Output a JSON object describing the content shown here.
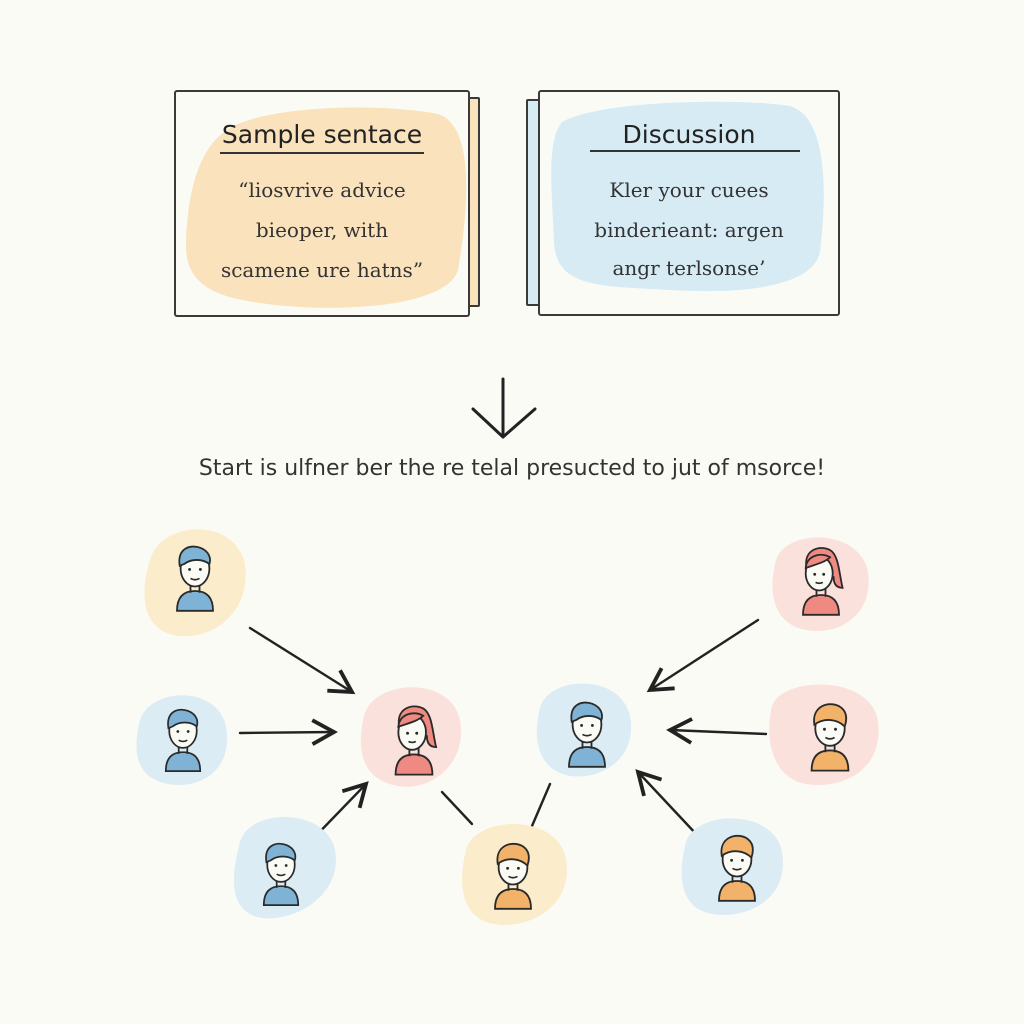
{
  "sample_card": {
    "title": "Sample sentace",
    "lines": [
      "“liosvrive advice",
      "bieoper, with",
      "scamene ure hatns”"
    ],
    "fill": "#f9e2bc"
  },
  "discussion_card": {
    "title": "Discussion",
    "lines": [
      "Kler  your cuees",
      "binderieant: argen",
      "angr terlsonse’"
    ],
    "fill": "#d6ebf4"
  },
  "caption": "Start is ulfner ber the re telal presucted to jut of msorce!",
  "colors": {
    "ink": "#2a2a2a",
    "blue_person": "#7fb3d5",
    "coral_person": "#ee8a82",
    "orange_person": "#f3b26a",
    "bg_yellow": "#fbeccb",
    "bg_blue": "#dcecf5",
    "bg_pink": "#fbe1dc"
  },
  "people": [
    {
      "id": "p-top-left",
      "icon": "person-blue-icon",
      "color": "blue",
      "bg": "yellow"
    },
    {
      "id": "p-mid-left",
      "icon": "person-blue-icon",
      "color": "blue",
      "bg": "blue"
    },
    {
      "id": "p-bottom-left",
      "icon": "person-blue-icon",
      "color": "blue",
      "bg": "blue"
    },
    {
      "id": "p-center-left",
      "icon": "person-coral-icon",
      "color": "coral",
      "bg": "pink"
    },
    {
      "id": "p-center-bottom",
      "icon": "person-orange-icon",
      "color": "orange",
      "bg": "yellow"
    },
    {
      "id": "p-center-right",
      "icon": "person-blue-icon",
      "color": "blue",
      "bg": "blue"
    },
    {
      "id": "p-top-right",
      "icon": "person-coral-icon",
      "color": "coral",
      "bg": "pink"
    },
    {
      "id": "p-mid-right",
      "icon": "person-orange-icon",
      "color": "orange",
      "bg": "pink"
    },
    {
      "id": "p-bottom-right",
      "icon": "person-orange-icon",
      "color": "orange",
      "bg": "blue"
    }
  ]
}
